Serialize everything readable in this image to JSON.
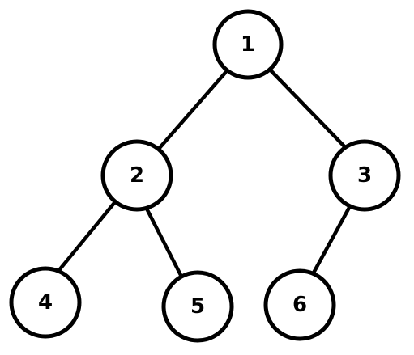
{
  "tree": {
    "nodes": [
      {
        "id": "1",
        "label": "1"
      },
      {
        "id": "2",
        "label": "2"
      },
      {
        "id": "3",
        "label": "3"
      },
      {
        "id": "4",
        "label": "4"
      },
      {
        "id": "5",
        "label": "5"
      },
      {
        "id": "6",
        "label": "6"
      }
    ],
    "edges": [
      {
        "from": "1",
        "to": "2"
      },
      {
        "from": "1",
        "to": "3"
      },
      {
        "from": "2",
        "to": "4"
      },
      {
        "from": "2",
        "to": "5"
      },
      {
        "from": "3",
        "to": "6"
      }
    ],
    "colors": {
      "stroke": "#000000",
      "fill": "#ffffff",
      "text": "#000000"
    }
  }
}
